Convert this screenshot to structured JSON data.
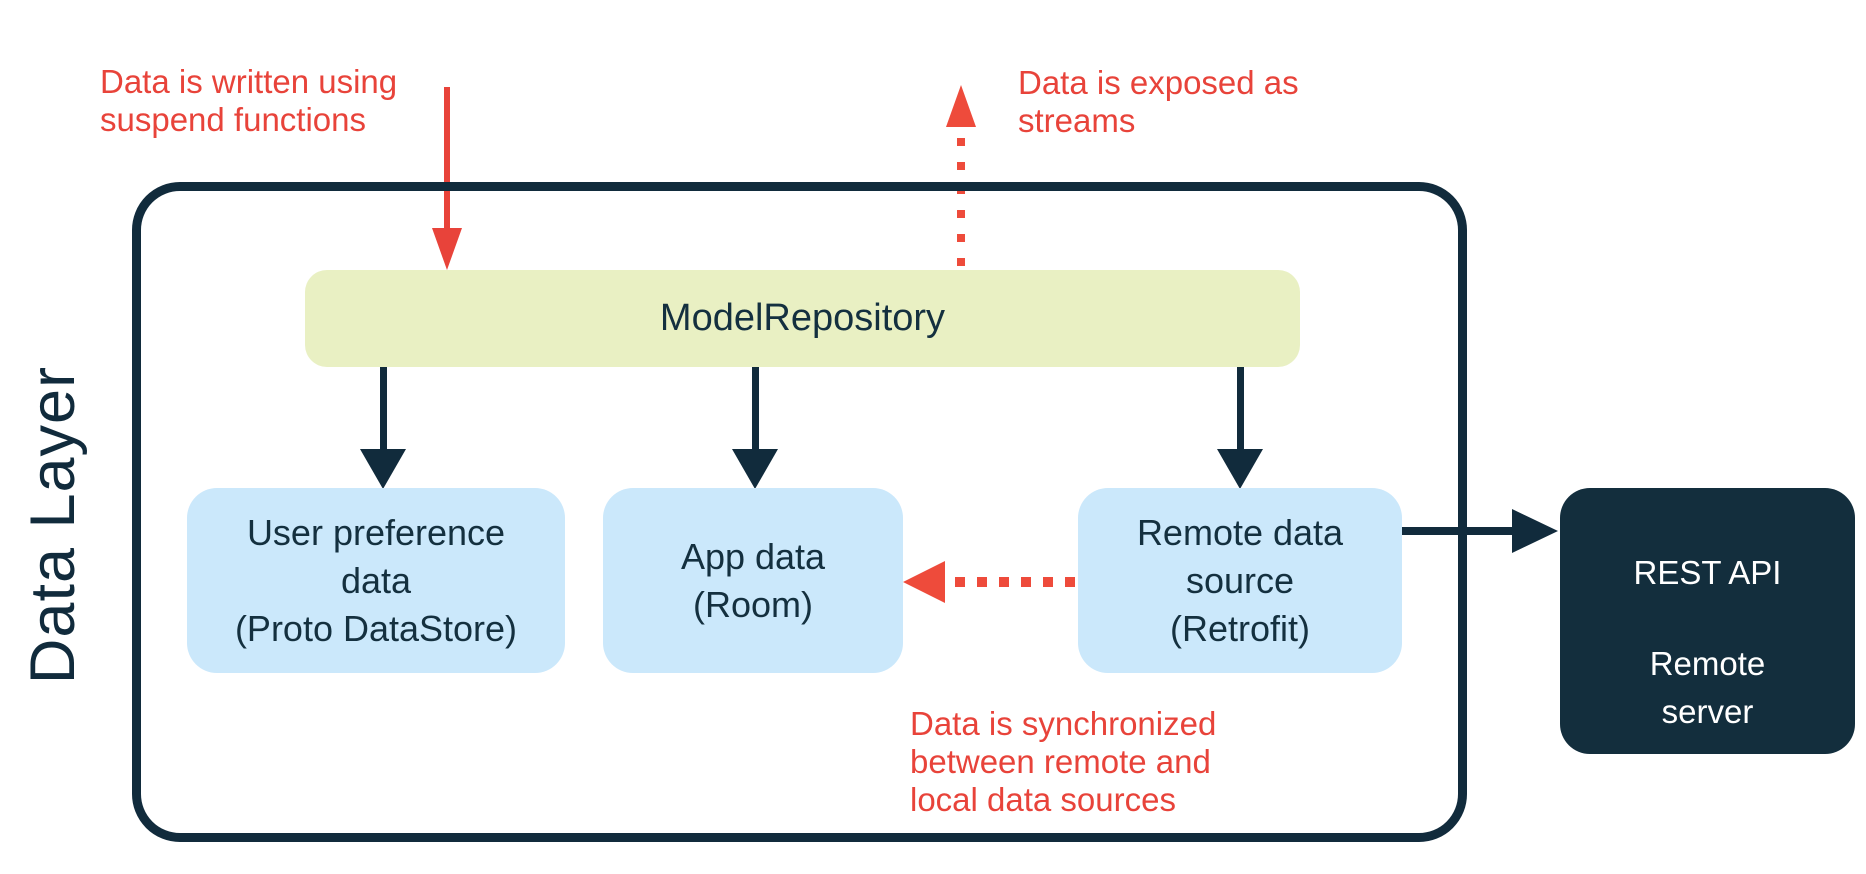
{
  "colors": {
    "navy": "#112b3c",
    "navy-text": "#14303f",
    "green": "#e9f0c3",
    "blue": "#cbe8fb",
    "dark-fill": "#132e3d",
    "red": "#e8433a",
    "red-dotted": "#ee4b3b",
    "white": "#ffffff",
    "bg": "#ffffff"
  },
  "diagram": {
    "side_label": "Data Layer",
    "repository": {
      "label": "ModelRepository"
    },
    "sources": [
      {
        "lines": [
          "User preference",
          "data",
          "(Proto DataStore)"
        ]
      },
      {
        "lines": [
          "App data",
          "(Room)"
        ]
      },
      {
        "lines": [
          "Remote data",
          "source",
          "(Retrofit)"
        ]
      }
    ],
    "server": {
      "api_label": "REST API",
      "name_lines": [
        "Remote",
        "server"
      ]
    },
    "annotations": {
      "write": {
        "lines": [
          "Data is written using",
          "suspend functions"
        ]
      },
      "expose": {
        "lines": [
          "Data is exposed as",
          "streams"
        ]
      },
      "sync": {
        "lines": [
          "Data is synchronized",
          "between remote and",
          "local data sources"
        ]
      }
    }
  }
}
